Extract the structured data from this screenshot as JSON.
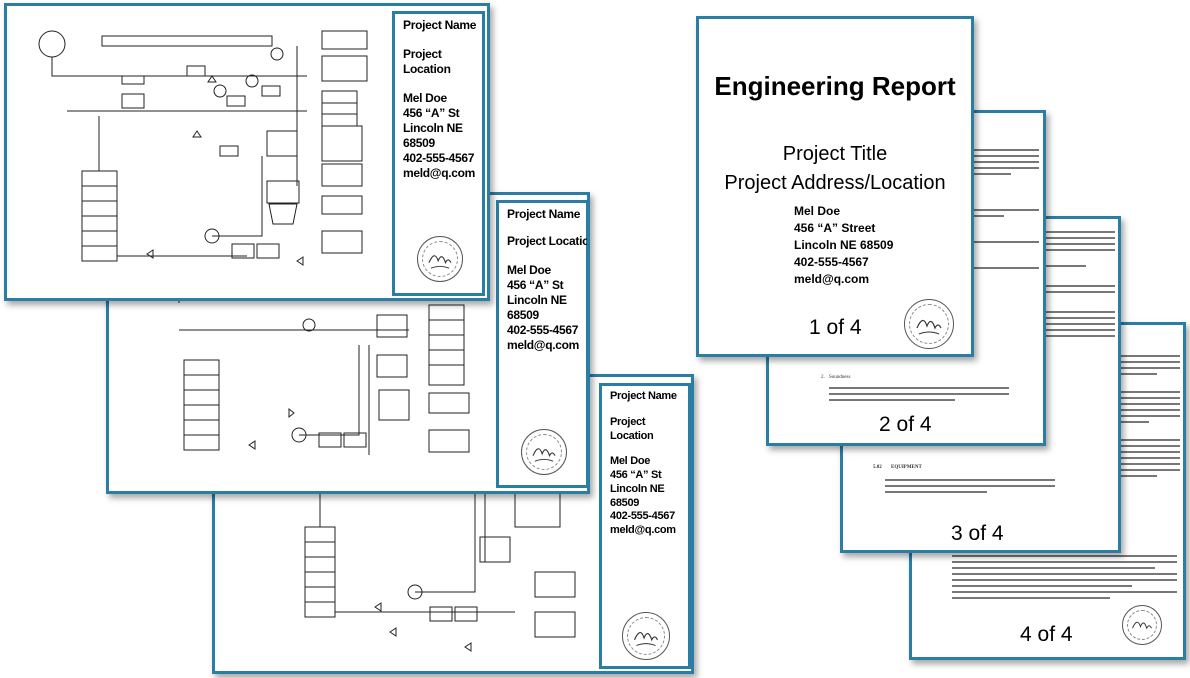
{
  "sheets": [
    {
      "title": "Project Name",
      "location_1": "Project",
      "location_2": "Location",
      "name": "Mel Doe",
      "street": "456 “A” St",
      "city": "Lincoln NE",
      "zip": "68509",
      "phone": "402-555-4567",
      "email": "meld@q.com"
    },
    {
      "title": "Project Name",
      "location": "Project Location",
      "name": "Mel Doe",
      "street": "456 “A” St",
      "city": "Lincoln NE",
      "zip": "68509",
      "phone": "402-555-4567",
      "email": "meld@q.com"
    },
    {
      "title": "Project Name",
      "location_1": "Project",
      "location_2": "Location",
      "name": "Mel Doe",
      "street": "456 “A” St",
      "city": "Lincoln NE",
      "zip": "68509",
      "phone": "402-555-4567",
      "email": "meld@q.com"
    }
  ],
  "report": {
    "heading": "Engineering Report",
    "project_title": "Project Title",
    "project_address": "Project Address/Location",
    "name": "Mel Doe",
    "street": "456 “A” Street",
    "city": "Lincoln NE  68509",
    "phone": "402-555-4567",
    "email": "meld@q.com",
    "page1": "1 of 4",
    "page2": "2 of 4",
    "page3": "3 of 4",
    "page4": "4 of 4",
    "p2_heading": "Soundness",
    "p2_item_no": "2.",
    "p3_heading": "EQUIPMENT",
    "p3_section": "5.02"
  },
  "colors": {
    "frame": "#2a7da3"
  }
}
